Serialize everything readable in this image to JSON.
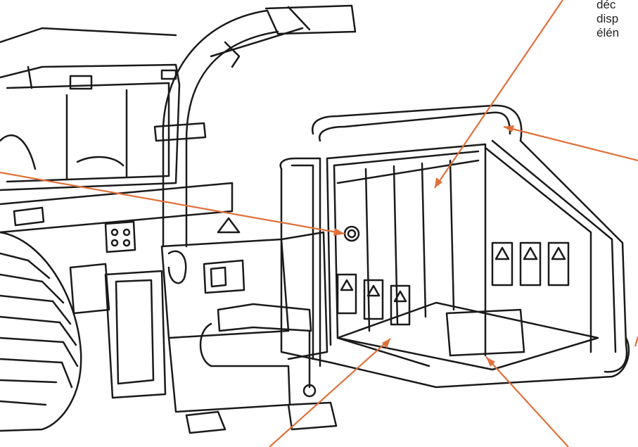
{
  "colors": {
    "callout_line": "#e0703a",
    "ink": "#1a1a1a",
    "label_text": "#222222"
  },
  "caption": {
    "lines": [
      "déc",
      "disp",
      "élén"
    ]
  },
  "decals": {
    "left_panel": [
      "warning-decal",
      "warning-decal",
      "warning-decal"
    ],
    "right_panel": [
      "warning-decal",
      "warning-decal",
      "warning-decal"
    ]
  }
}
